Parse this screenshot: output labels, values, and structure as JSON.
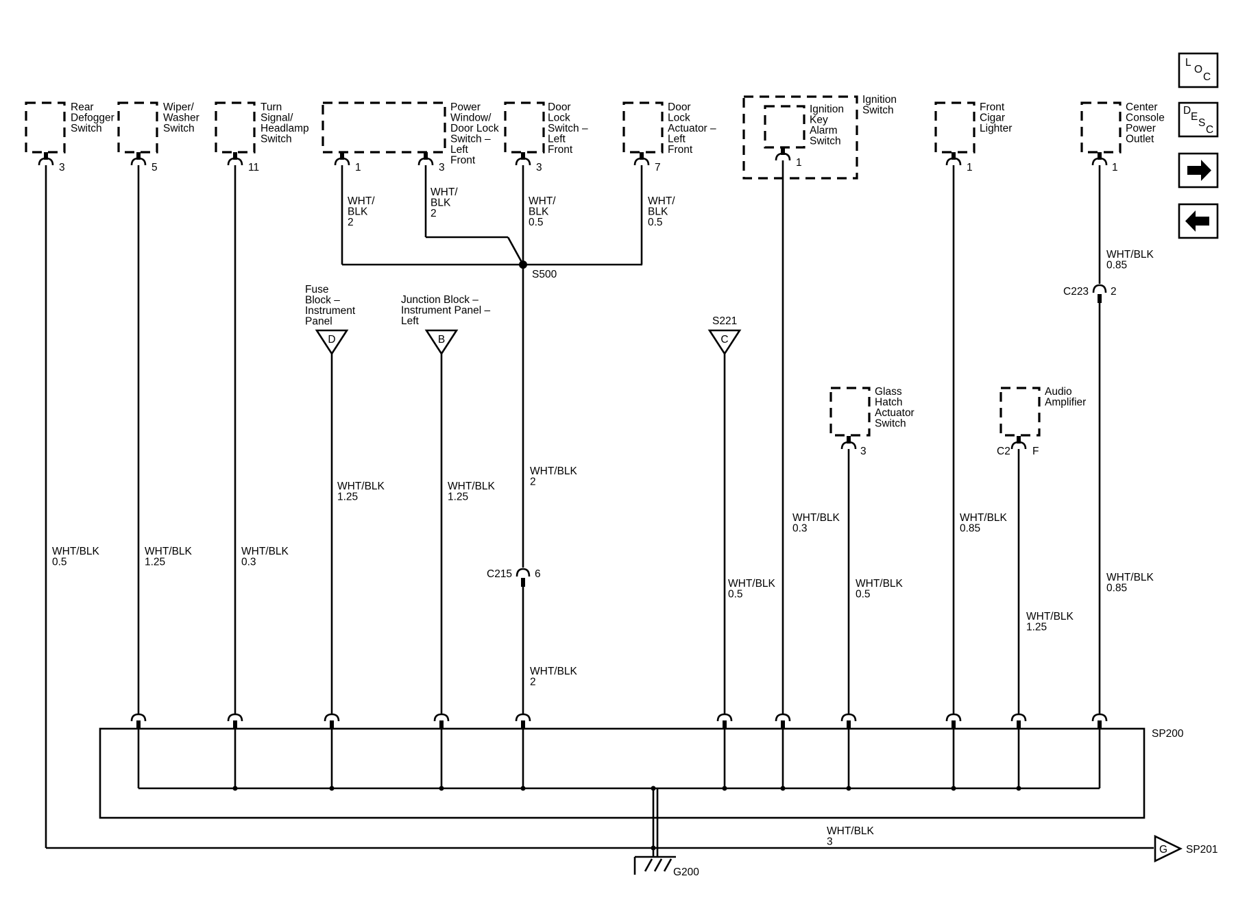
{
  "components": [
    {
      "id": "rear-defogger",
      "label": [
        "Rear",
        "Defogger",
        "Switch"
      ],
      "pin": "3"
    },
    {
      "id": "wiper-washer",
      "label": [
        "Wiper/",
        "Washer",
        "Switch"
      ],
      "pin": "5"
    },
    {
      "id": "turn-signal",
      "label": [
        "Turn",
        "Signal/",
        "Headlamp",
        "Switch"
      ],
      "pin": "11"
    },
    {
      "id": "power-window",
      "label": [
        "Power",
        "Window/",
        "Door Lock",
        "Switch –",
        "Left",
        "Front"
      ],
      "pins": [
        "1",
        "3"
      ]
    },
    {
      "id": "door-lock-switch",
      "label": [
        "Door",
        "Lock",
        "Switch –",
        "Left",
        "Front"
      ],
      "pin": "3"
    },
    {
      "id": "door-lock-actuator",
      "label": [
        "Door",
        "Lock",
        "Actuator –",
        "Left",
        "Front"
      ],
      "pin": "7"
    },
    {
      "id": "ignition-switch",
      "label": [
        "Ignition",
        "Switch"
      ]
    },
    {
      "id": "ignition-key-alarm",
      "label": [
        "Ignition",
        "Key",
        "Alarm",
        "Switch"
      ],
      "pin": "1"
    },
    {
      "id": "front-cigar",
      "label": [
        "Front",
        "Cigar",
        "Lighter"
      ],
      "pin": "1"
    },
    {
      "id": "center-console",
      "label": [
        "Center",
        "Console",
        "Power",
        "Outlet"
      ],
      "pin": "1"
    },
    {
      "id": "glass-hatch",
      "label": [
        "Glass",
        "Hatch",
        "Actuator",
        "Switch"
      ],
      "pin": "3"
    },
    {
      "id": "audio-amp",
      "label": [
        "Audio",
        "Amplifier"
      ],
      "connector": "C2",
      "pin": "F"
    }
  ],
  "refs": [
    {
      "id": "fuse-block",
      "label": [
        "Fuse",
        "Block –",
        "Instrument",
        "Panel"
      ],
      "letter": "D"
    },
    {
      "id": "junction-block",
      "label": [
        "Junction Block –",
        "Instrument Panel –",
        "Left"
      ],
      "letter": "B"
    },
    {
      "id": "s221",
      "label": [
        "S221"
      ],
      "letter": "C"
    }
  ],
  "wire_labels": [
    {
      "id": "w-rear",
      "lines": [
        "WHT/BLK",
        "0.5"
      ]
    },
    {
      "id": "w-wiper",
      "lines": [
        "WHT/BLK",
        "1.25"
      ]
    },
    {
      "id": "w-turn",
      "lines": [
        "WHT/BLK",
        "0.3"
      ]
    },
    {
      "id": "w-pw1",
      "lines": [
        "WHT/",
        "BLK",
        "2"
      ]
    },
    {
      "id": "w-pw3",
      "lines": [
        "WHT/",
        "BLK",
        "2"
      ]
    },
    {
      "id": "w-dls",
      "lines": [
        "WHT/",
        "BLK",
        "0.5"
      ]
    },
    {
      "id": "w-dla",
      "lines": [
        "WHT/",
        "BLK",
        "0.5"
      ]
    },
    {
      "id": "w-fuse",
      "lines": [
        "WHT/BLK",
        "1.25"
      ]
    },
    {
      "id": "w-junction",
      "lines": [
        "WHT/BLK",
        "1.25"
      ]
    },
    {
      "id": "w-s500",
      "lines": [
        "WHT/BLK",
        "2"
      ]
    },
    {
      "id": "w-c215",
      "lines": [
        "WHT/BLK",
        "2"
      ]
    },
    {
      "id": "w-s221",
      "lines": [
        "WHT/BLK",
        "0.5"
      ]
    },
    {
      "id": "w-ign",
      "lines": [
        "WHT/BLK",
        "0.3"
      ]
    },
    {
      "id": "w-glass",
      "lines": [
        "WHT/BLK",
        "0.5"
      ]
    },
    {
      "id": "w-cigar",
      "lines": [
        "WHT/BLK",
        "0.85"
      ]
    },
    {
      "id": "w-audio",
      "lines": [
        "WHT/BLK",
        "1.25"
      ]
    },
    {
      "id": "w-center-top",
      "lines": [
        "WHT/BLK",
        "0.85"
      ]
    },
    {
      "id": "w-center",
      "lines": [
        "WHT/BLK",
        "0.85"
      ]
    },
    {
      "id": "w-ground",
      "lines": [
        "WHT/BLK",
        "3"
      ]
    }
  ],
  "connectors": {
    "c215": {
      "name": "C215",
      "pin": "6"
    },
    "c223": {
      "name": "C223",
      "pin": "2"
    }
  },
  "splices": {
    "s500": "S500",
    "sp200": "SP200",
    "sp201": "SP201",
    "sp201_letter": "G",
    "g200": "G200"
  },
  "nav": {
    "loc": [
      "L",
      "O",
      "C"
    ],
    "desc": [
      "D",
      "E",
      "S",
      "C"
    ],
    "next_icon": "arrow-right",
    "prev_icon": "arrow-left"
  }
}
